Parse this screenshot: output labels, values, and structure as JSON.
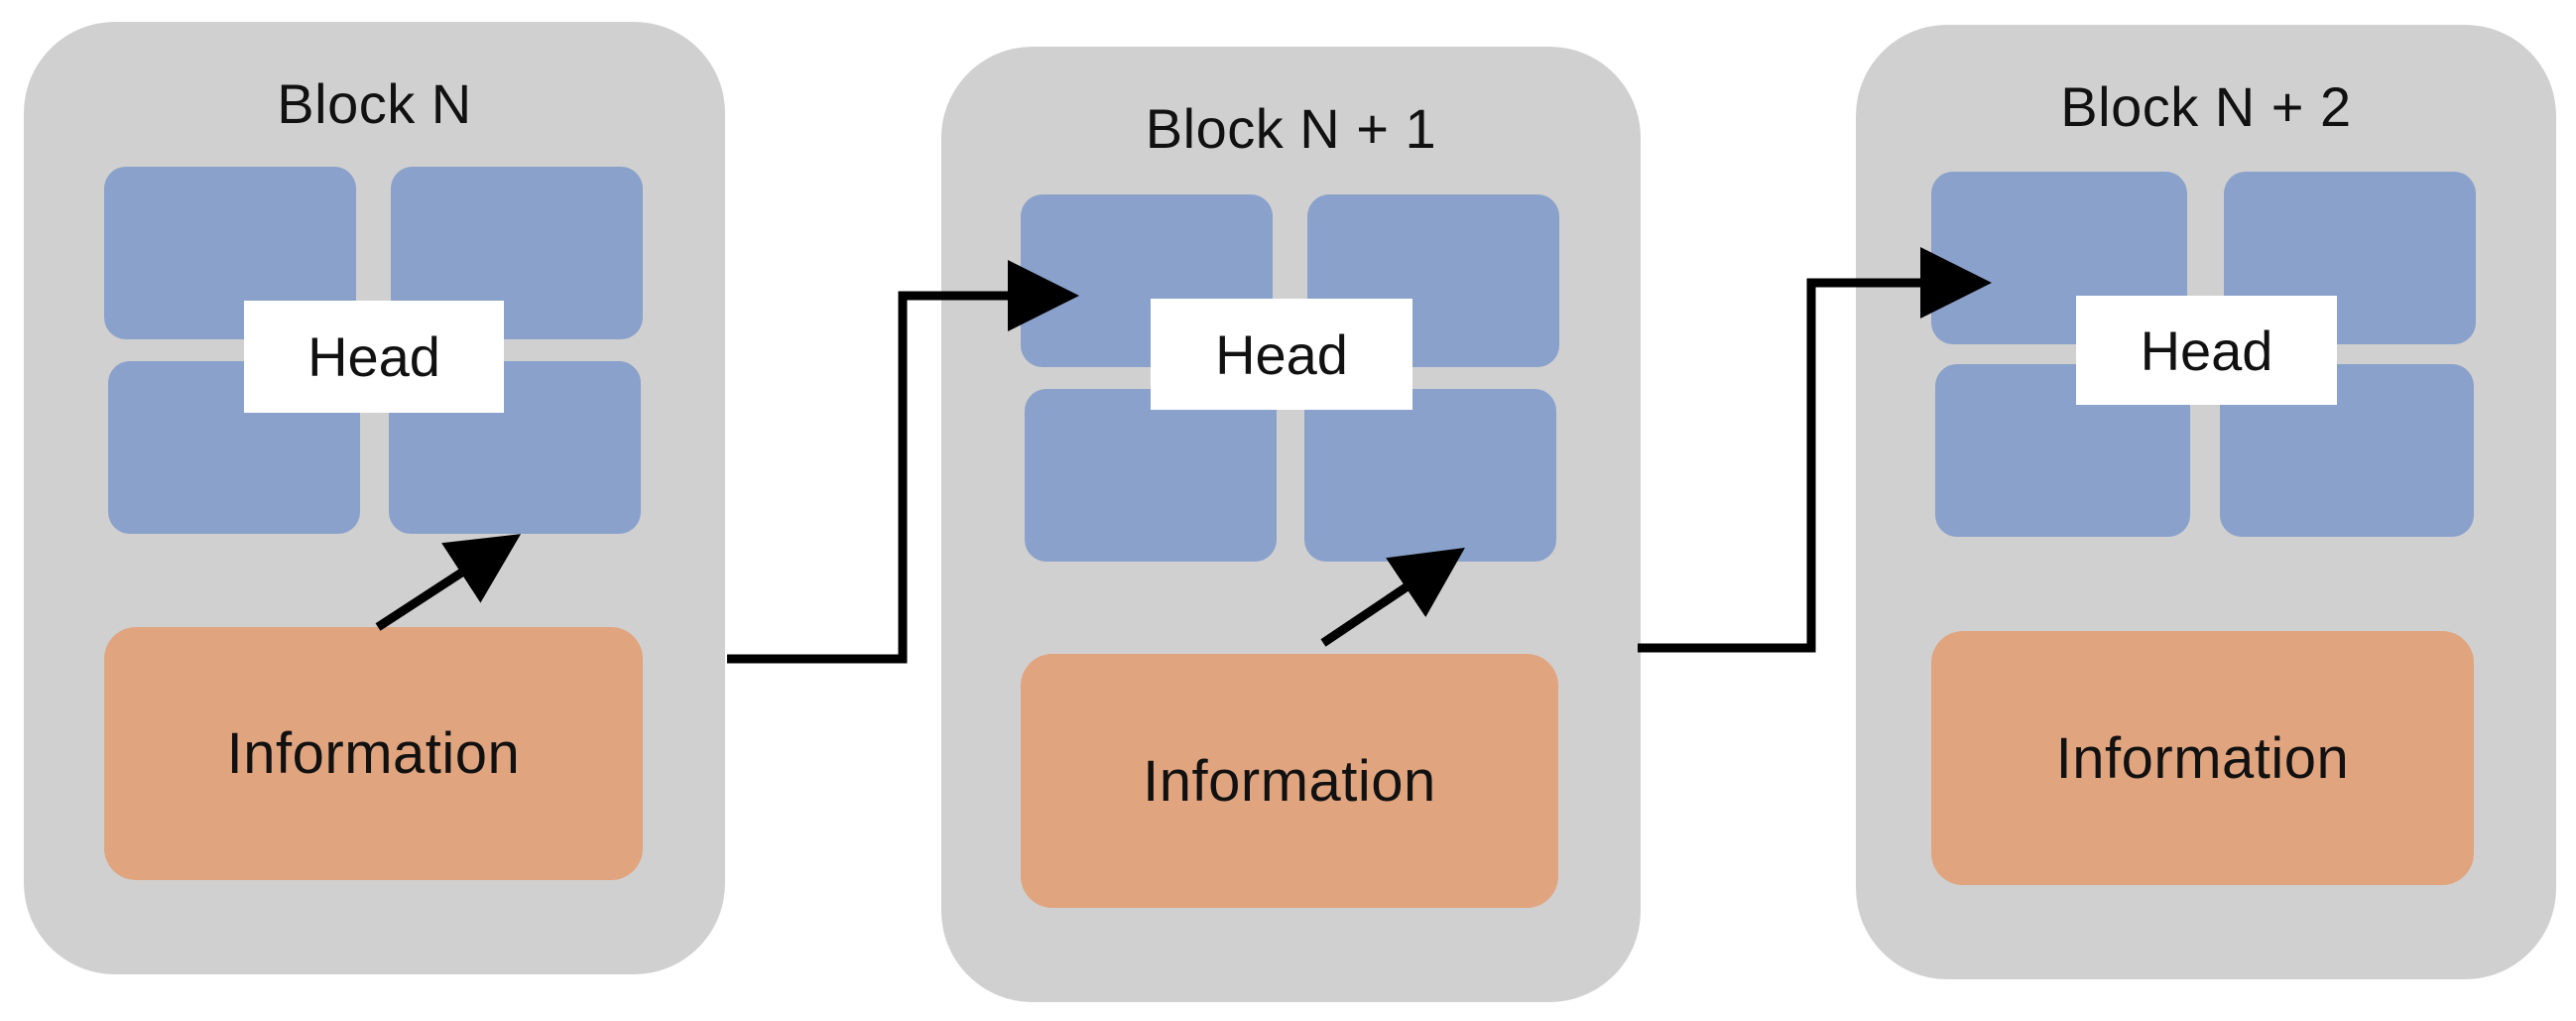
{
  "blocks": [
    {
      "title": "Block N",
      "head_label": "Head",
      "info_label": "Information"
    },
    {
      "title": "Block N + 1",
      "head_label": "Head",
      "info_label": "Information"
    },
    {
      "title": "Block N + 2",
      "head_label": "Head",
      "info_label": "Information"
    }
  ],
  "colors": {
    "block_background": "#d0d0d0",
    "head_cell": "#8aa1cb",
    "information": "#e0a47f",
    "arrow": "#000000"
  }
}
